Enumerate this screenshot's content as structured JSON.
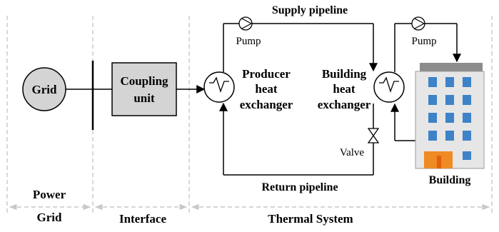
{
  "nodes": {
    "grid": "Grid",
    "coupling_unit": [
      "Coupling",
      "unit"
    ],
    "producer_hx": [
      "Producer",
      "heat",
      "exchanger"
    ],
    "building_hx": [
      "Building",
      "heat",
      "exchanger"
    ],
    "building": "Building"
  },
  "labels": {
    "supply_pipeline": "Supply pipeline",
    "return_pipeline": "Return pipeline",
    "pump_left": "Pump",
    "pump_right": "Pump",
    "valve": "Valve"
  },
  "sections": {
    "power_grid": [
      "Power",
      "Grid"
    ],
    "interface": "Interface",
    "thermal_system": "Thermal System"
  },
  "colors": {
    "grid_fill": "#d4d4d4",
    "coupling_fill": "#d4d4d4",
    "building_wall": "#e6e6e6",
    "building_roof": "#8c8c8c",
    "window": "#3e82c8",
    "door": "#f08a24",
    "divider": "#bfbfbf"
  }
}
